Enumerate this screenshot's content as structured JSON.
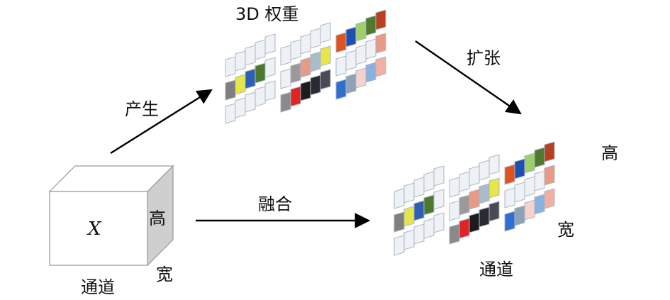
{
  "labels": {
    "weights_3d": "3D 权重",
    "generate": "产生",
    "expand": "扩张",
    "fuse": "融合",
    "cube_x": "X",
    "cube_height": "高",
    "cube_width": "宽",
    "cube_channel": "通道",
    "out_height": "高",
    "out_width": "宽",
    "out_channel": "通道"
  },
  "colors": {
    "empty_cell": "#eef1f5",
    "cell_border": "#aeb6c2",
    "cube_side": "#cfcfcf",
    "arrow": "#000000"
  },
  "weight_blocks": {
    "front": [
      [
        "empty",
        "empty",
        "empty",
        "empty",
        "empty"
      ],
      [
        "#7f7f7f",
        "#e6e64a",
        "#2f5fb3",
        "#4b7a2e",
        "empty"
      ],
      [
        "empty",
        "empty",
        "empty",
        "empty",
        "empty"
      ]
    ],
    "middle": [
      [
        "empty",
        "empty",
        "empty",
        "empty",
        "empty"
      ],
      [
        "empty",
        "#9a9a9a",
        "#e89a86",
        "#a9bccb",
        "#e6e64a"
      ],
      [
        "#8a8a8a",
        "#e02424",
        "#1c1c1c",
        "#2a2a34",
        "#4a4a54"
      ]
    ],
    "back": [
      [
        "#e0531f",
        "#1e4fb5",
        "#9ed06a",
        "#4f7a2e",
        "#b8401e"
      ],
      [
        "empty",
        "empty",
        "empty",
        "empty",
        "#e89a86"
      ],
      [
        "#2f6fd0",
        "#8ea2b4",
        "#f6d2cc",
        "#8ab2e0",
        "#f0b0a4"
      ]
    ]
  }
}
